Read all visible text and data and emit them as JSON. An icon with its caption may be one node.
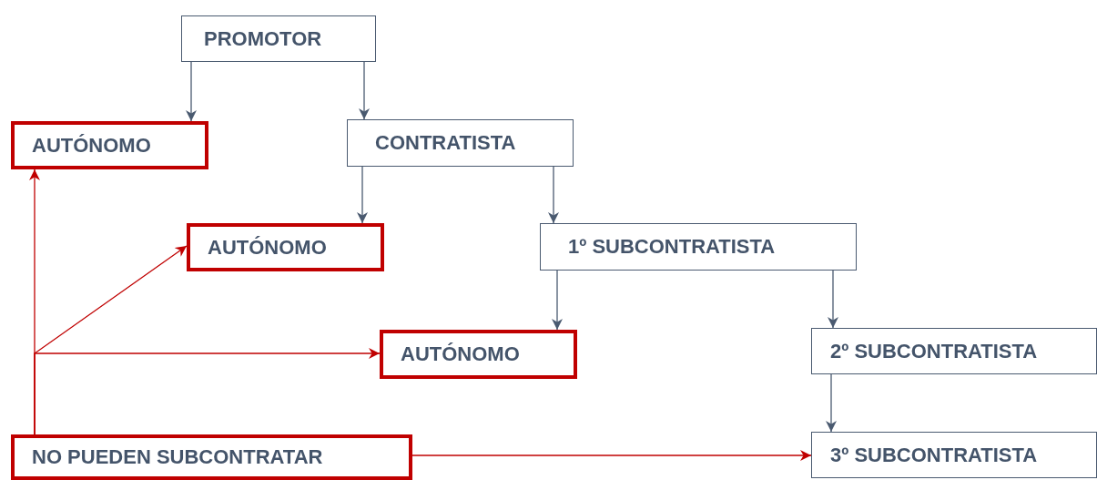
{
  "diagram": {
    "nodes": [
      {
        "text": [
          "PROMOTOR"
        ]
      },
      {
        "text": [
          "AUTÓNOMO"
        ]
      },
      {
        "text": [
          "CONTRATISTA"
        ]
      },
      {
        "text": [
          "AUTÓNOMO"
        ]
      },
      {
        "text": [
          "1º SUBCONTRATISTA"
        ]
      },
      {
        "text": [
          "AUTÓNOMO"
        ]
      },
      {
        "text": [
          "2º SUBCONTRATISTA"
        ]
      },
      {
        "text": [
          "NO PUEDEN SUBCONTRATAR"
        ]
      },
      {
        "text": [
          "3º SUBCONTRATISTA"
        ]
      }
    ],
    "edges": [
      {
        "from": 0,
        "to": 1,
        "arrow": "to"
      },
      {
        "from": 0,
        "to": 2,
        "arrow": "to"
      },
      {
        "from": 2,
        "to": 3,
        "arrow": "to"
      },
      {
        "from": 2,
        "to": 4,
        "arrow": "to"
      },
      {
        "from": 4,
        "to": 5,
        "arrow": "to"
      },
      {
        "from": 4,
        "to": 6,
        "arrow": "to"
      },
      {
        "from": 6,
        "to": 8,
        "arrow": "to"
      },
      {
        "from": 7,
        "to": 1,
        "arrow": "to",
        "color": "#c00000"
      },
      {
        "from": 7,
        "to": 3,
        "arrow": "to",
        "color": "#c00000"
      },
      {
        "from": 7,
        "to": 5,
        "arrow": "to",
        "color": "#c00000"
      },
      {
        "from": 7,
        "to": 8,
        "arrow": "to",
        "color": "#c00000"
      }
    ]
  }
}
